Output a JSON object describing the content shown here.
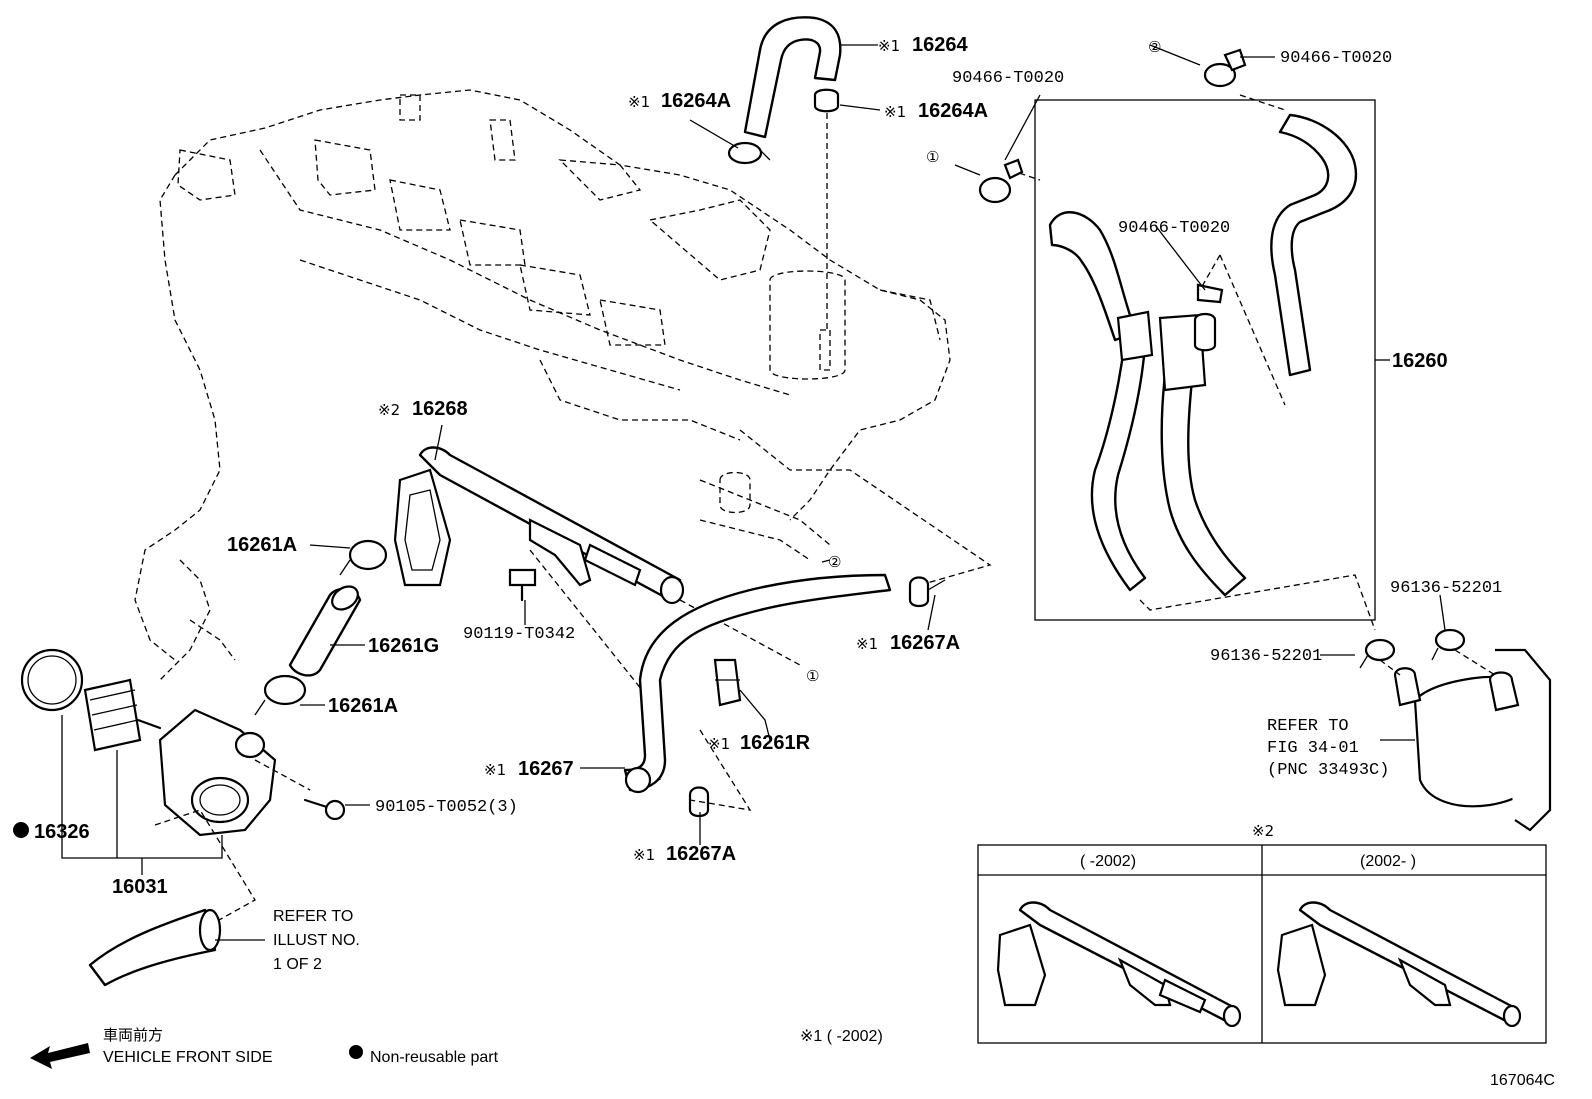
{
  "note_mark_1": "※1",
  "note_mark_2": "※2",
  "circle_1": "①",
  "circle_2": "②",
  "filled_dot": "●",
  "parts": {
    "p16264": "16264",
    "p16264A": "16264A",
    "p90466": "90466-T0020",
    "p16260": "16260",
    "p16268": "16268",
    "p16261A": "16261A",
    "p16261G": "16261G",
    "p90119": "90119-T0342",
    "p16267A": "16267A",
    "p16261R": "16261R",
    "p16267": "16267",
    "p90105": "90105-T0052(3)",
    "p16326": "16326",
    "p16031": "16031",
    "p96136": "96136-52201"
  },
  "refer_fig": [
    "REFER TO",
    "FIG 34-01",
    "(PNC 33493C)"
  ],
  "refer_illust": [
    "REFER TO",
    "ILLUST NO.",
    "1 OF 2"
  ],
  "inset": {
    "title": "※2",
    "left_header": "(      -2002)",
    "right_header": "(2002-      )"
  },
  "footnote": "※1 (      -2002)",
  "legend": {
    "front_jp": "車両前方",
    "front_en": "VEHICLE FRONT SIDE",
    "nonreusable": "Non-reusable part"
  },
  "figure_code": "167064C",
  "icons": [
    "front-arrow-icon",
    "filled-dot-icon"
  ]
}
